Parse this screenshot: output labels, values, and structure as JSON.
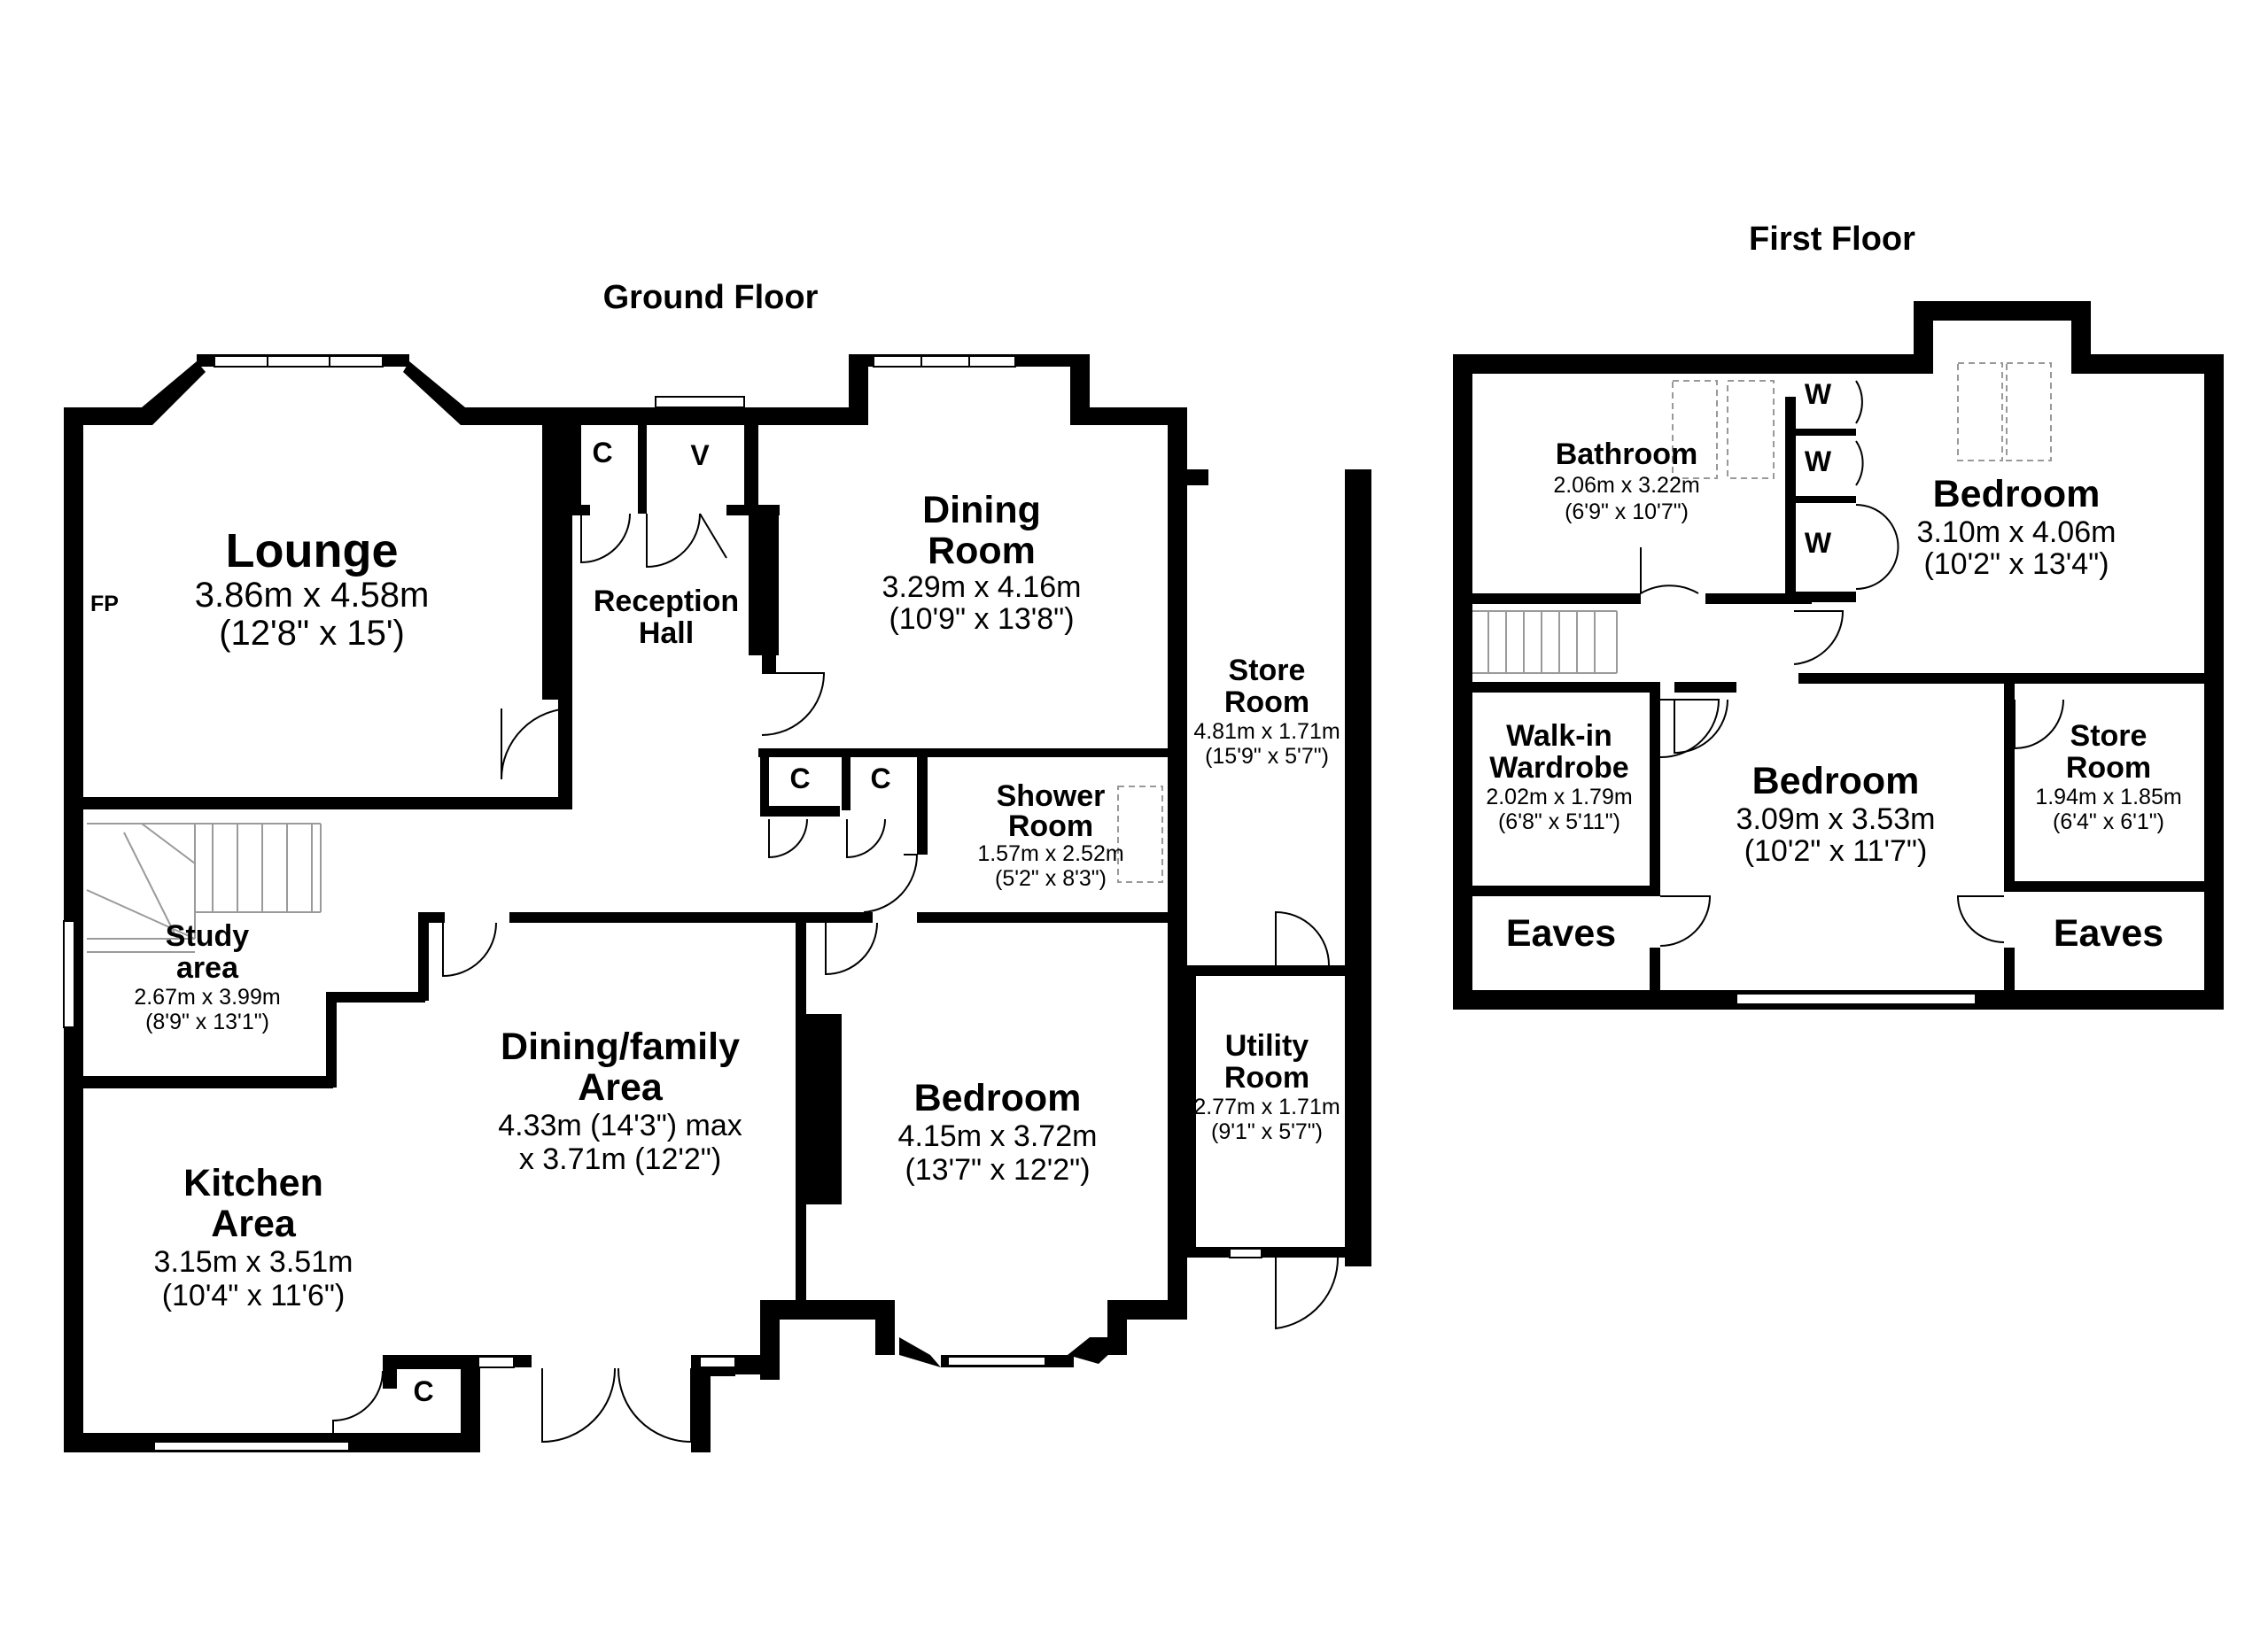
{
  "ground_floor": {
    "title": "Ground Floor",
    "rooms": {
      "lounge": {
        "name": "Lounge",
        "dims": "3.86m x 4.58m",
        "imperial": "(12'8\" x 15')",
        "marker": "FP"
      },
      "reception_hall": {
        "line1": "Reception",
        "line2": "Hall"
      },
      "dining_room": {
        "line1": "Dining",
        "line2": "Room",
        "dims": "3.29m x 4.16m",
        "imperial": "(10'9\" x 13'8\")"
      },
      "store_room": {
        "line1": "Store",
        "line2": "Room",
        "dims": "4.81m x 1.71m",
        "imperial": "(15'9\" x 5'7\")"
      },
      "shower_room": {
        "line1": "Shower",
        "line2": "Room",
        "dims": "1.57m x 2.52m",
        "imperial": "(5'2\" x 8'3\")"
      },
      "study_area": {
        "line1": "Study",
        "line2": "area",
        "dims": "2.67m x 3.99m",
        "imperial": "(8'9\" x 13'1\")"
      },
      "dining_family": {
        "line1": "Dining/family",
        "line2": "Area",
        "dims1": "4.33m (14'3\") max",
        "dims2": "x 3.71m (12'2\")"
      },
      "bedroom": {
        "name": "Bedroom",
        "dims": "4.15m x 3.72m",
        "imperial": "(13'7\" x 12'2\")"
      },
      "utility_room": {
        "line1": "Utility",
        "line2": "Room",
        "dims": "2.77m x 1.71m",
        "imperial": "(9'1\" x 5'7\")"
      },
      "kitchen": {
        "line1": "Kitchen",
        "line2": "Area",
        "dims": "3.15m x 3.51m",
        "imperial": "(10'4\" x 11'6\")"
      }
    },
    "labels": {
      "cupboard": "C",
      "vestibule": "V"
    }
  },
  "first_floor": {
    "title": "First Floor",
    "rooms": {
      "bathroom": {
        "name": "Bathroom",
        "dims": "2.06m x 3.22m",
        "imperial": "(6'9\" x 10'7\")"
      },
      "bedroom_1": {
        "name": "Bedroom",
        "dims": "3.10m x 4.06m",
        "imperial": "(10'2\" x 13'4\")"
      },
      "walk_in": {
        "line1": "Walk-in",
        "line2": "Wardrobe",
        "dims": "2.02m x 1.79m",
        "imperial": "(6'8\" x 5'11\")"
      },
      "bedroom_2": {
        "name": "Bedroom",
        "dims": "3.09m x 3.53m",
        "imperial": "(10'2\" x 11'7\")"
      },
      "store_room": {
        "line1": "Store",
        "line2": "Room",
        "dims": "1.94m x 1.85m",
        "imperial": "(6'4\" x 6'1\")"
      },
      "eaves_left": {
        "name": "Eaves"
      },
      "eaves_right": {
        "name": "Eaves"
      }
    },
    "labels": {
      "wardrobe": "W"
    }
  }
}
